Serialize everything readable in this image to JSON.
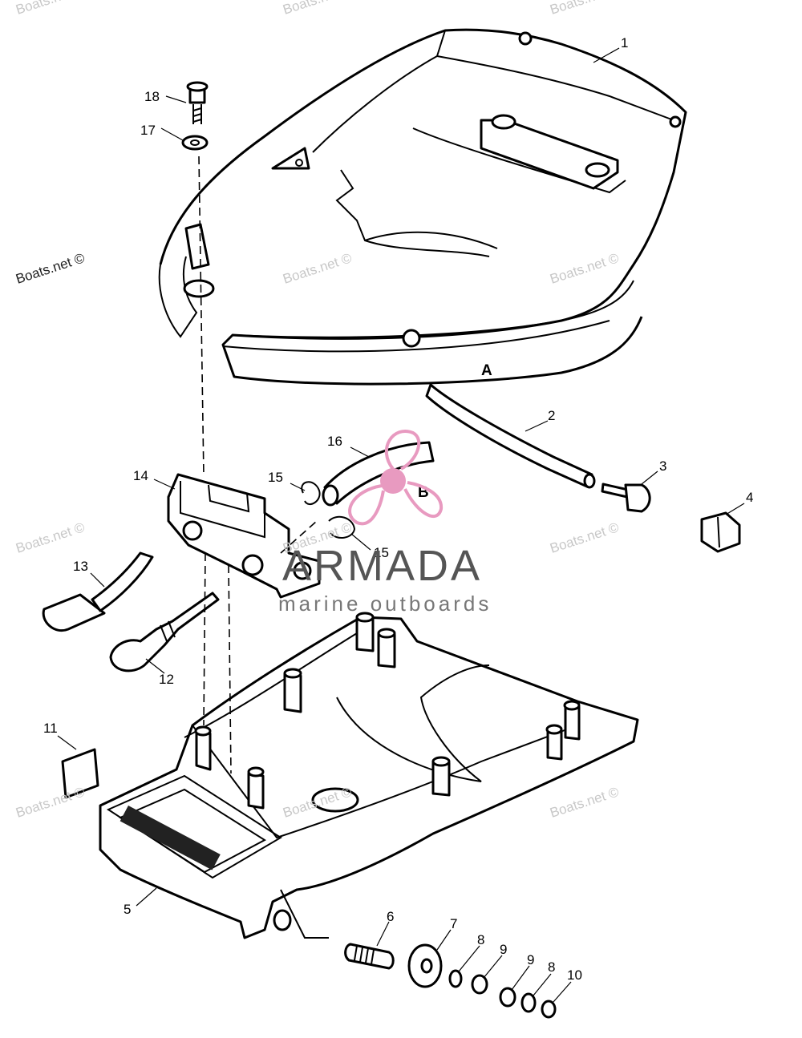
{
  "diagram": {
    "callouts": [
      {
        "id": "c1",
        "text": "1"
      },
      {
        "id": "c2",
        "text": "2"
      },
      {
        "id": "c3",
        "text": "3"
      },
      {
        "id": "c4",
        "text": "4"
      },
      {
        "id": "c5",
        "text": "5"
      },
      {
        "id": "c6",
        "text": "6"
      },
      {
        "id": "c7",
        "text": "7"
      },
      {
        "id": "c8a",
        "text": "8"
      },
      {
        "id": "c9a",
        "text": "9"
      },
      {
        "id": "c9b",
        "text": "9"
      },
      {
        "id": "c8b",
        "text": "8"
      },
      {
        "id": "c10",
        "text": "10"
      },
      {
        "id": "c11",
        "text": "11"
      },
      {
        "id": "c12",
        "text": "12"
      },
      {
        "id": "c13",
        "text": "13"
      },
      {
        "id": "c14",
        "text": "14"
      },
      {
        "id": "c15a",
        "text": "15"
      },
      {
        "id": "c15b",
        "text": "15"
      },
      {
        "id": "c16",
        "text": "16"
      },
      {
        "id": "c17",
        "text": "17"
      },
      {
        "id": "c18",
        "text": "18"
      }
    ],
    "letters": {
      "a": "A",
      "b": "B"
    }
  },
  "watermark": {
    "text": "Boats.net ©",
    "brand_name": "ARMADA",
    "brand_tagline": "marine outboards",
    "brand_color": "#e89ac0"
  }
}
